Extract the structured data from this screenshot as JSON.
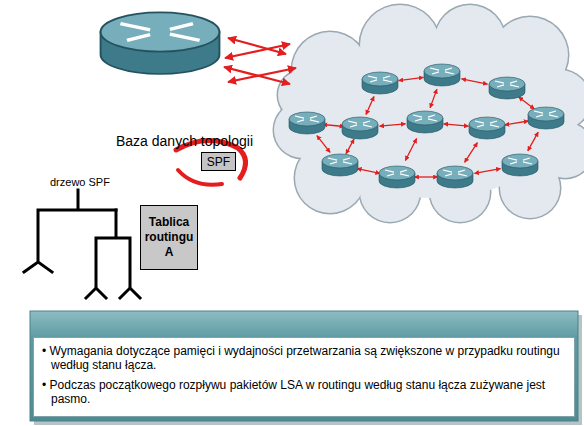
{
  "diagram": {
    "nodes": [
      {
        "text": [
          "SPF"
        ]
      },
      {
        "text": [
          "Tablica routingu A"
        ]
      },
      {
        "text": [
          "• Wymagania dotyczące pamięci i wydajności przetwarzania są zwiększone w przypadku routingu według stanu łącza.",
          "• Podczas początkowego rozpływu pakietów LSA w routingu według stanu łącza zużywane jest pasmo."
        ]
      }
    ],
    "labels": [
      "Baza danych topologii",
      "drzewo SPF"
    ]
  }
}
